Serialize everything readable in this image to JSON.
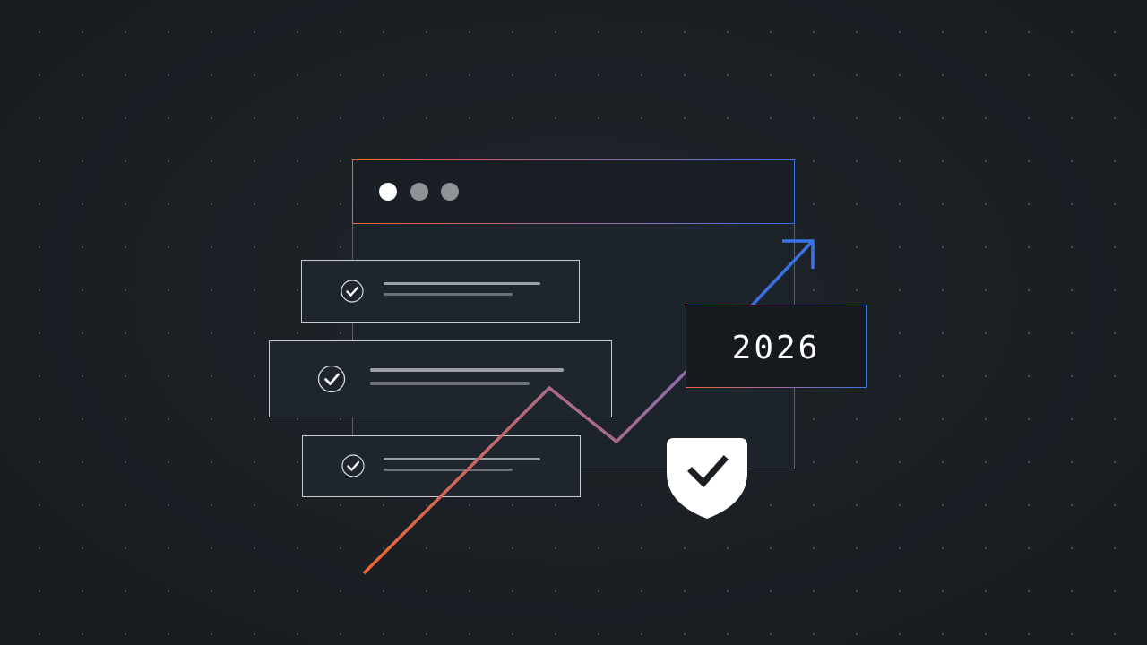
{
  "badge": {
    "year": "2026"
  },
  "window": {
    "dots": [
      "white",
      "gray",
      "gray"
    ]
  },
  "checklist": {
    "items": [
      {
        "checked": true
      },
      {
        "checked": true
      },
      {
        "checked": true
      }
    ]
  },
  "icons": {
    "window_dots": "traffic-light-dots",
    "check": "check-circle-icon",
    "shield": "shield-check-icon",
    "trend_arrow": "arrow-up-right-icon"
  },
  "colors": {
    "background": "#1b1f24",
    "panel": "#1d232a",
    "orange": "#f0652e",
    "purple": "#9068a8",
    "blue": "#3b74e8",
    "white": "#ffffff",
    "gray_line": "#9aa0a6",
    "dark_line": "#6b7177"
  }
}
